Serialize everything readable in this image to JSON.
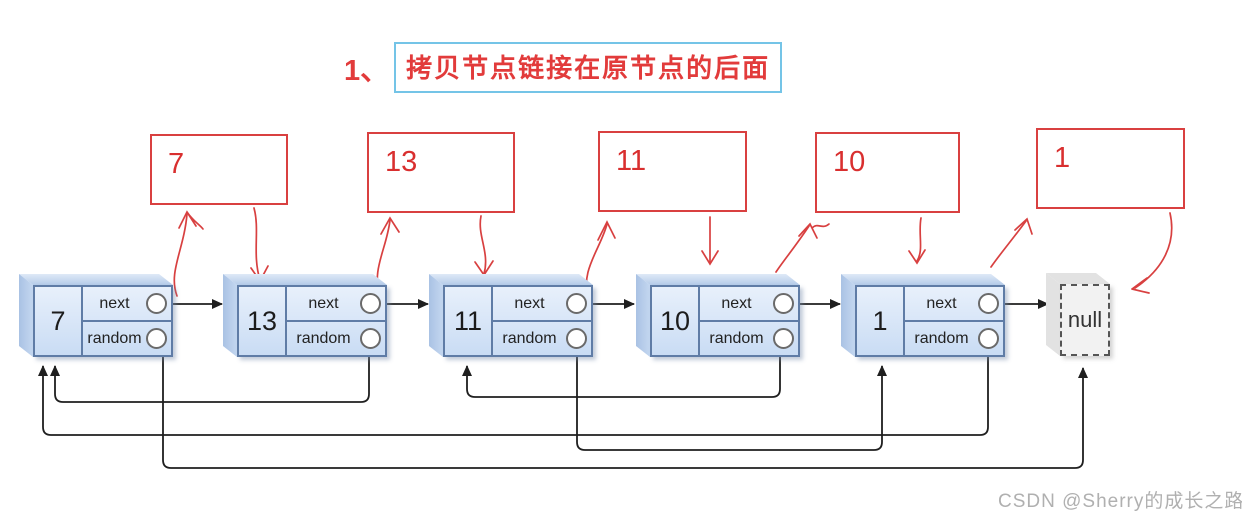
{
  "title": {
    "prefix": "1、",
    "boxed_text": "拷贝节点链接在原节点的后面"
  },
  "labels": {
    "next": "next",
    "random": "random"
  },
  "nodes": [
    {
      "value": "7"
    },
    {
      "value": "13"
    },
    {
      "value": "11"
    },
    {
      "value": "10"
    },
    {
      "value": "1"
    }
  ],
  "copy_boxes": [
    {
      "value": "7"
    },
    {
      "value": "13"
    },
    {
      "value": "11"
    },
    {
      "value": "10"
    },
    {
      "value": "1"
    }
  ],
  "null_node": {
    "label": "null"
  },
  "watermark": "CSDN @Sherry的成长之路",
  "connections": {
    "next_chain": [
      "7",
      "13",
      "11",
      "10",
      "1",
      "null"
    ],
    "random_pointers": [
      {
        "from": "7",
        "to": "null"
      },
      {
        "from": "13",
        "to": "7"
      },
      {
        "from": "11",
        "to": "1"
      },
      {
        "from": "10",
        "to": "11"
      },
      {
        "from": "1",
        "to": "7"
      }
    ],
    "copy_insertions": [
      {
        "copy": "7",
        "between": [
          "7",
          "13"
        ]
      },
      {
        "copy": "13",
        "between": [
          "13",
          "11"
        ]
      },
      {
        "copy": "11",
        "between": [
          "11",
          "10"
        ]
      },
      {
        "copy": "10",
        "between": [
          "10",
          "1"
        ]
      },
      {
        "copy": "1",
        "between": [
          "1",
          "null"
        ]
      }
    ]
  },
  "colors": {
    "red_accent": "#d94040",
    "title_red": "#e23b3b",
    "title_box_border": "#74c4e7",
    "node_fill": "#cfe0f6",
    "node_border": "#5f7ca6",
    "arrow_black": "#1f1f1f",
    "null_fill": "#f2f2f2",
    "watermark_gray": "#b0b0b0"
  }
}
